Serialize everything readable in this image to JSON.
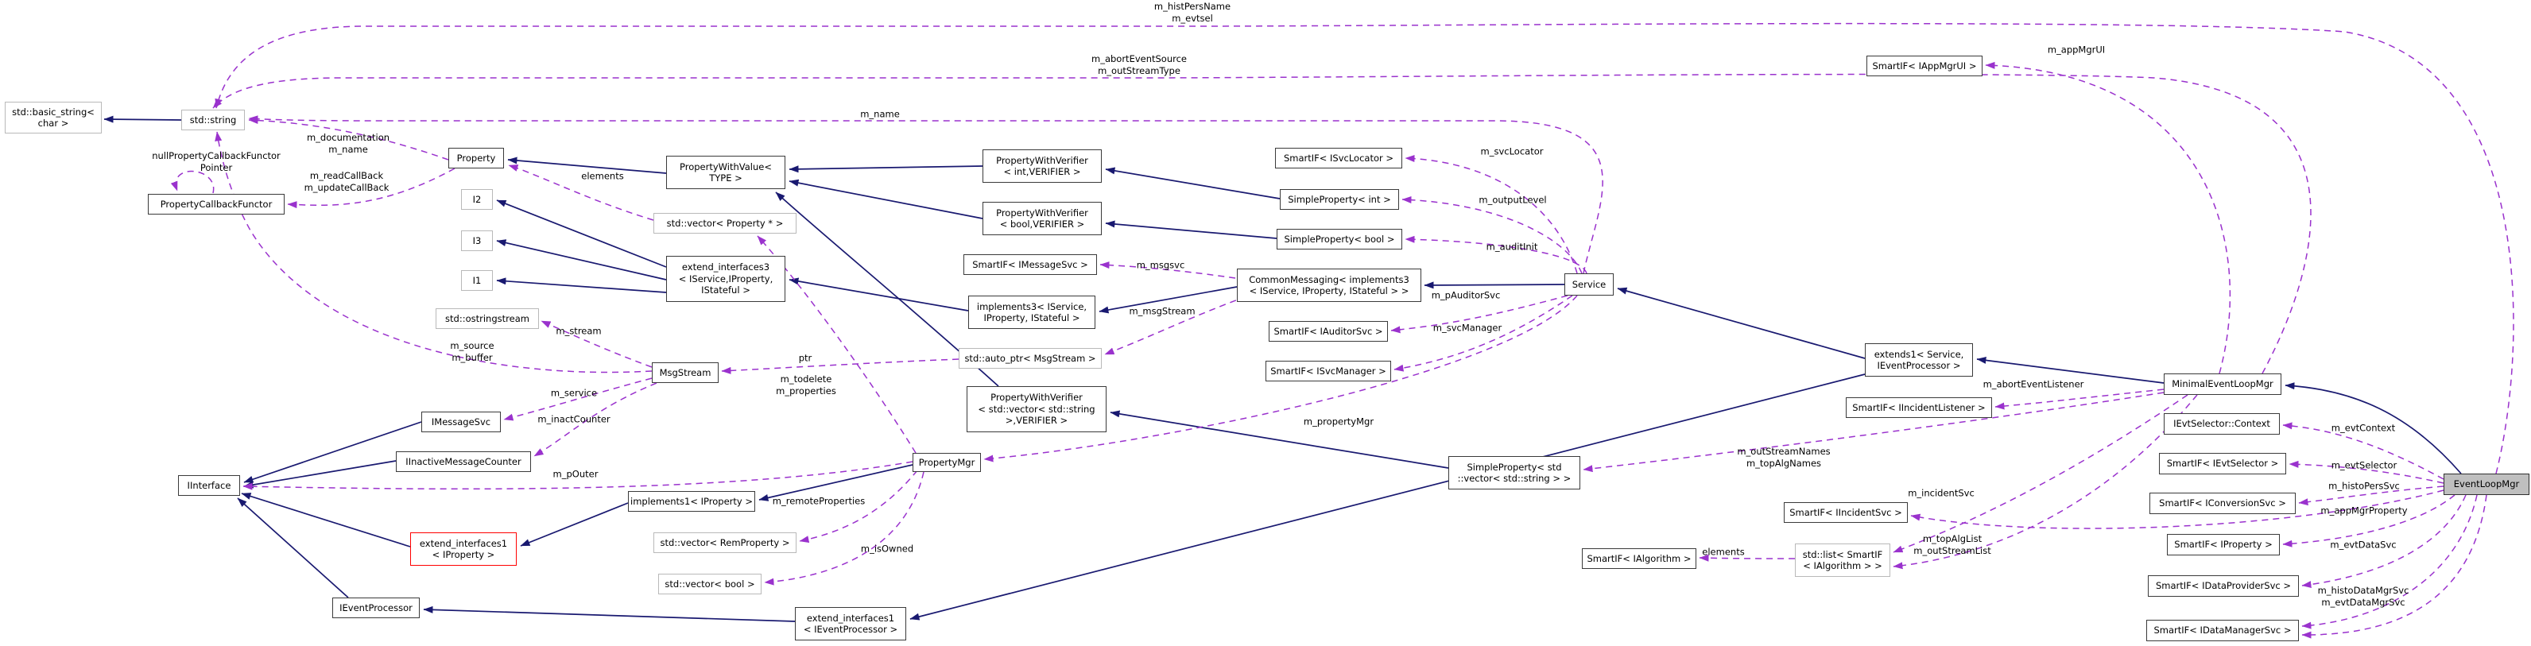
{
  "diagram": {
    "type": "collaboration-graph",
    "focus_node": "EventLoopMgr",
    "colors": {
      "inheritance_edge": "#191970",
      "usage_edge": "#9a32cd",
      "focus_fill": "#bfbfbf",
      "class_border": "#3a3a3a",
      "external_border": "#b9b9b9",
      "truncated_border": "#ff0000",
      "background": "#ffffff"
    },
    "nodes": [
      {
        "id": "std_basic_string",
        "label": "std::basic_string<\nchar >",
        "kind": "external"
      },
      {
        "id": "std_string",
        "label": "std::string",
        "kind": "external"
      },
      {
        "id": "PropertyCallbackFunctor",
        "label": "PropertyCallbackFunctor",
        "kind": "class"
      },
      {
        "id": "Property",
        "label": "Property",
        "kind": "class"
      },
      {
        "id": "I2",
        "label": "I2",
        "kind": "external"
      },
      {
        "id": "I3",
        "label": "I3",
        "kind": "external"
      },
      {
        "id": "I1",
        "label": "I1",
        "kind": "external"
      },
      {
        "id": "std_ostringstream",
        "label": "std::ostringstream",
        "kind": "external"
      },
      {
        "id": "PropertyWithValue",
        "label": "PropertyWithValue<\nTYPE >",
        "kind": "class"
      },
      {
        "id": "vector_Property",
        "label": "std::vector< Property * >",
        "kind": "external"
      },
      {
        "id": "extend_interfaces3",
        "label": "extend_interfaces3\n< IService,IProperty,\nIStateful >",
        "kind": "class"
      },
      {
        "id": "MsgStream",
        "label": "MsgStream",
        "kind": "class"
      },
      {
        "id": "IMessageSvc",
        "label": "IMessageSvc",
        "kind": "class"
      },
      {
        "id": "IInactiveMessageCounter",
        "label": "IInactiveMessageCounter",
        "kind": "class"
      },
      {
        "id": "IInterface",
        "label": "IInterface",
        "kind": "class"
      },
      {
        "id": "ei1_IProperty",
        "label": "extend_interfaces1\n< IProperty >",
        "kind": "truncated"
      },
      {
        "id": "IEventProcessor",
        "label": "IEventProcessor",
        "kind": "class"
      },
      {
        "id": "implements1_IProperty",
        "label": "implements1< IProperty >",
        "kind": "class"
      },
      {
        "id": "vector_RemProperty",
        "label": "std::vector< RemProperty >",
        "kind": "external"
      },
      {
        "id": "vector_bool",
        "label": "std::vector< bool >",
        "kind": "external"
      },
      {
        "id": "ei1_IEventProcessor",
        "label": "extend_interfaces1\n< IEventProcessor >",
        "kind": "class"
      },
      {
        "id": "PropertyMgr",
        "label": "PropertyMgr",
        "kind": "class"
      },
      {
        "id": "PWV_int",
        "label": "PropertyWithVerifier\n< int,VERIFIER >",
        "kind": "class"
      },
      {
        "id": "PWV_bool",
        "label": "PropertyWithVerifier\n< bool,VERIFIER >",
        "kind": "class"
      },
      {
        "id": "SmartIF_IMessageSvc",
        "label": "SmartIF< IMessageSvc >",
        "kind": "class"
      },
      {
        "id": "implements3",
        "label": "implements3< IService,\nIProperty, IStateful >",
        "kind": "class"
      },
      {
        "id": "auto_ptr_MsgStream",
        "label": "std::auto_ptr< MsgStream >",
        "kind": "external"
      },
      {
        "id": "PWV_vecstring",
        "label": "PropertyWithVerifier\n< std::vector< std::string\n>,VERIFIER >",
        "kind": "class"
      },
      {
        "id": "SmartIF_ISvcLocator",
        "label": "SmartIF< ISvcLocator >",
        "kind": "class"
      },
      {
        "id": "SimpleProperty_int",
        "label": "SimpleProperty< int >",
        "kind": "class"
      },
      {
        "id": "SimpleProperty_bool",
        "label": "SimpleProperty< bool >",
        "kind": "class"
      },
      {
        "id": "CommonMessaging",
        "label": "CommonMessaging< implements3\n< IService, IProperty, IStateful > >",
        "kind": "class"
      },
      {
        "id": "SmartIF_IAuditorSvc",
        "label": "SmartIF< IAuditorSvc >",
        "kind": "class"
      },
      {
        "id": "SmartIF_ISvcManager",
        "label": "SmartIF< ISvcManager >",
        "kind": "class"
      },
      {
        "id": "Service",
        "label": "Service",
        "kind": "class"
      },
      {
        "id": "SimpleProperty_vecstring",
        "label": "SimpleProperty< std\n::vector< std::string > >",
        "kind": "class"
      },
      {
        "id": "extends1",
        "label": "extends1< Service,\nIEventProcessor >",
        "kind": "class"
      },
      {
        "id": "SmartIF_IIncidentListener",
        "label": "SmartIF< IIncidentListener >",
        "kind": "class"
      },
      {
        "id": "SmartIF_IIncidentSvc",
        "label": "SmartIF< IIncidentSvc >",
        "kind": "class"
      },
      {
        "id": "SmartIF_IAlgorithm",
        "label": "SmartIF< IAlgorithm >",
        "kind": "class"
      },
      {
        "id": "list_SmartIF_IAlgorithm",
        "label": "std::list< SmartIF\n< IAlgorithm > >",
        "kind": "external"
      },
      {
        "id": "SmartIF_IAppMgrUI",
        "label": "SmartIF< IAppMgrUI >",
        "kind": "class"
      },
      {
        "id": "MinimalEventLoopMgr",
        "label": "MinimalEventLoopMgr",
        "kind": "class"
      },
      {
        "id": "IEvtSelector_Context",
        "label": "IEvtSelector::Context",
        "kind": "class"
      },
      {
        "id": "SmartIF_IEvtSelector",
        "label": "SmartIF< IEvtSelector >",
        "kind": "class"
      },
      {
        "id": "SmartIF_IConversionSvc",
        "label": "SmartIF< IConversionSvc >",
        "kind": "class"
      },
      {
        "id": "SmartIF_IProperty",
        "label": "SmartIF< IProperty >",
        "kind": "class"
      },
      {
        "id": "SmartIF_IDataProviderSvc",
        "label": "SmartIF< IDataProviderSvc >",
        "kind": "class"
      },
      {
        "id": "SmartIF_IDataManagerSvc",
        "label": "SmartIF< IDataManagerSvc >",
        "kind": "class"
      },
      {
        "id": "EventLoopMgr",
        "label": "EventLoopMgr",
        "kind": "focus"
      }
    ],
    "edge_labels": [
      {
        "id": "histPers",
        "text": "m_histPersName\nm_evtsel"
      },
      {
        "id": "abortSrc",
        "text": "m_abortEventSource\nm_outStreamType"
      },
      {
        "id": "name",
        "text": "m_name"
      },
      {
        "id": "appMgrUI",
        "text": "m_appMgrUI"
      },
      {
        "id": "docName",
        "text": "m_documentation\nm_name"
      },
      {
        "id": "nullPCF",
        "text": "nullPropertyCallbackFunctor\nPointer"
      },
      {
        "id": "readCB",
        "text": "m_readCallBack\nm_updateCallBack"
      },
      {
        "id": "elements1",
        "text": "elements"
      },
      {
        "id": "stream",
        "text": "m_stream"
      },
      {
        "id": "sourceBuffer",
        "text": "m_source\nm_buffer"
      },
      {
        "id": "service",
        "text": "m_service"
      },
      {
        "id": "inactCounter",
        "text": "m_inactCounter"
      },
      {
        "id": "pOuter",
        "text": "m_pOuter"
      },
      {
        "id": "ptr",
        "text": "ptr"
      },
      {
        "id": "todelete",
        "text": "m_todelete\nm_properties"
      },
      {
        "id": "remoteProps",
        "text": "m_remoteProperties"
      },
      {
        "id": "isOwned",
        "text": "m_isOwned"
      },
      {
        "id": "msgsvc",
        "text": "m_msgsvc"
      },
      {
        "id": "msgStream",
        "text": "m_msgStream"
      },
      {
        "id": "svcLocator",
        "text": "m_svcLocator"
      },
      {
        "id": "outputLevel",
        "text": "m_outputLevel"
      },
      {
        "id": "auditInit",
        "text": "m_auditInit"
      },
      {
        "id": "pAuditorSvc",
        "text": "m_pAuditorSvc"
      },
      {
        "id": "svcManager",
        "text": "m_svcManager"
      },
      {
        "id": "propertyMgr",
        "text": "m_propertyMgr"
      },
      {
        "id": "outStreamNames",
        "text": "m_outStreamNames\nm_topAlgNames"
      },
      {
        "id": "abortEventListener",
        "text": "m_abortEventListener"
      },
      {
        "id": "incidentSvc",
        "text": "m_incidentSvc"
      },
      {
        "id": "topAlgList",
        "text": "m_topAlgList\nm_outStreamList"
      },
      {
        "id": "elements2",
        "text": "elements"
      },
      {
        "id": "evtContext",
        "text": "m_evtContext"
      },
      {
        "id": "evtSelector",
        "text": "m_evtSelector"
      },
      {
        "id": "histoPersSvc",
        "text": "m_histoPersSvc"
      },
      {
        "id": "appMgrProperty",
        "text": "m_appMgrProperty"
      },
      {
        "id": "evtDataSvc",
        "text": "m_evtDataSvc"
      },
      {
        "id": "histoDataMgr",
        "text": "m_histoDataMgrSvc\nm_evtDataMgrSvc"
      }
    ]
  }
}
